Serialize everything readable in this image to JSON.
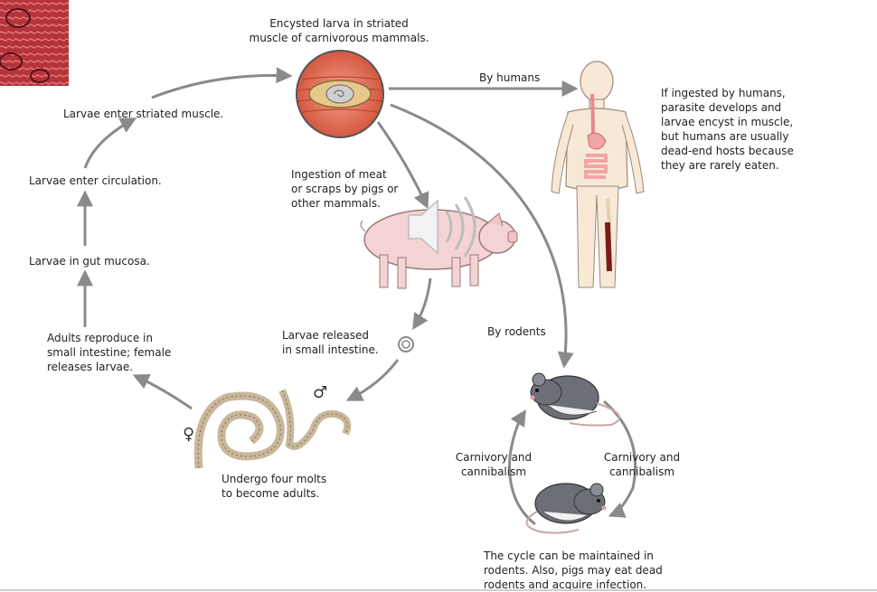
{
  "labels": {
    "encysted": "Encysted larva in striated\nmuscle of carnivorous mammals.",
    "by_humans": "By humans",
    "human_note": "If ingested by humans,\nparasite develops and\nlarvae encyst in muscle,\nbut humans are usually\ndead-end hosts because\nthey are rarely  eaten.",
    "enter_muscle": "Larvae enter striated muscle.",
    "enter_circulation": "Larvae enter circulation.",
    "gut_mucosa": "Larvae in gut mucosa.",
    "reproduce": "Adults reproduce in\nsmall intestine; female\nreleases larvae.",
    "ingestion": "Ingestion of meat\nor scraps by pigs or\nother mammals.",
    "released": "Larvae released\nin small intestine.",
    "molts": "Undergo four molts\nto become adults.",
    "by_rodents": "By rodents",
    "carnivory_left": "Carnivory and\ncannibalism",
    "carnivory_right": "Carnivory and\ncannibalism",
    "cycle_note": "The cycle can be maintained in\nrodents. Also, pigs may eat dead\nrodents and acquire infection.",
    "female_symbol": "♀",
    "male_symbol": "♂"
  },
  "icons": {
    "speaker": "speaker-icon",
    "muscle_cyst": "encysted-larva-muscle-icon",
    "pig": "pig-icon",
    "human": "human-body-icon",
    "rodent": "rodent-icon",
    "worm": "worm-icon",
    "coiled_larva": "coiled-larva-icon",
    "thumbnail": "muscle-tissue-thumbnail"
  },
  "colors": {
    "arrow": "#8a8a8a",
    "muscle": "#e0705a",
    "skin": "#f7e9d6",
    "gut": "#f3a4a4",
    "pig": "#f3d3d3",
    "rodent": "#6c6f76",
    "worm": "#c9b79c"
  }
}
